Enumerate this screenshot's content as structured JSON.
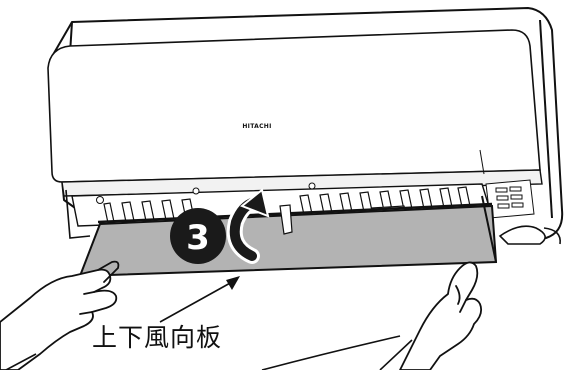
{
  "brand": "HITACHI",
  "step_number": "3",
  "caption": "上下風向板",
  "icons": [
    "rotate-arrow-icon",
    "pointer-arrow-icon"
  ],
  "colors": {
    "panel": "#b3b3b3",
    "step_badge": "#1a1a1a",
    "outline": "#111111"
  }
}
